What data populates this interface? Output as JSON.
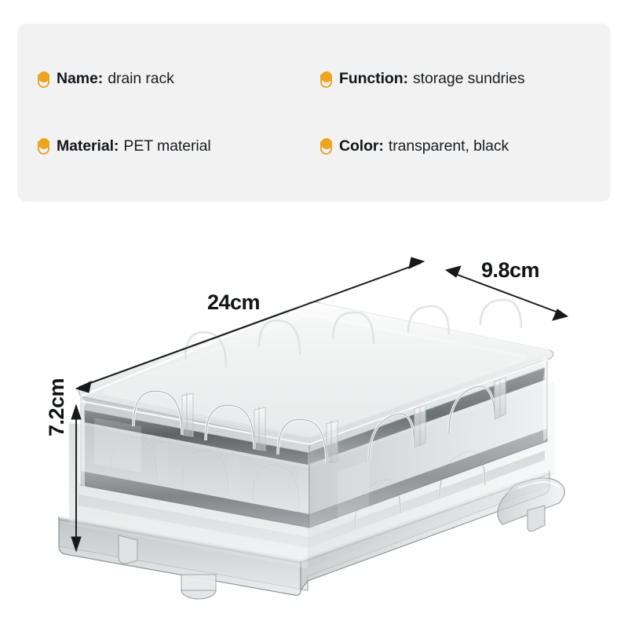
{
  "spec_card": {
    "background_color": "#f2f2f2",
    "icon_color": "#efa420",
    "rows": [
      {
        "icon": "pin-icon",
        "label": "Name",
        "separator": ":",
        "value": "drain rack"
      },
      {
        "icon": "pin-icon",
        "label": "Function",
        "separator": ":",
        "value": "storage sundries"
      },
      {
        "icon": "pin-icon",
        "label": "Material",
        "separator": ":",
        "value": "PET material"
      },
      {
        "icon": "pin-icon",
        "label": "Color",
        "separator": ":",
        "value": "transparent, black"
      }
    ]
  },
  "product": {
    "name": "drain rack",
    "description": "transparent PET drain rack with dark gray rim, slotted dividers and drain tray",
    "view": "three-quarter isometric"
  },
  "dimensions": {
    "width": {
      "value": "24cm",
      "axis": "length"
    },
    "depth": {
      "value": "9.8cm",
      "axis": "depth"
    },
    "height": {
      "value": "7.2cm",
      "axis": "height"
    }
  }
}
